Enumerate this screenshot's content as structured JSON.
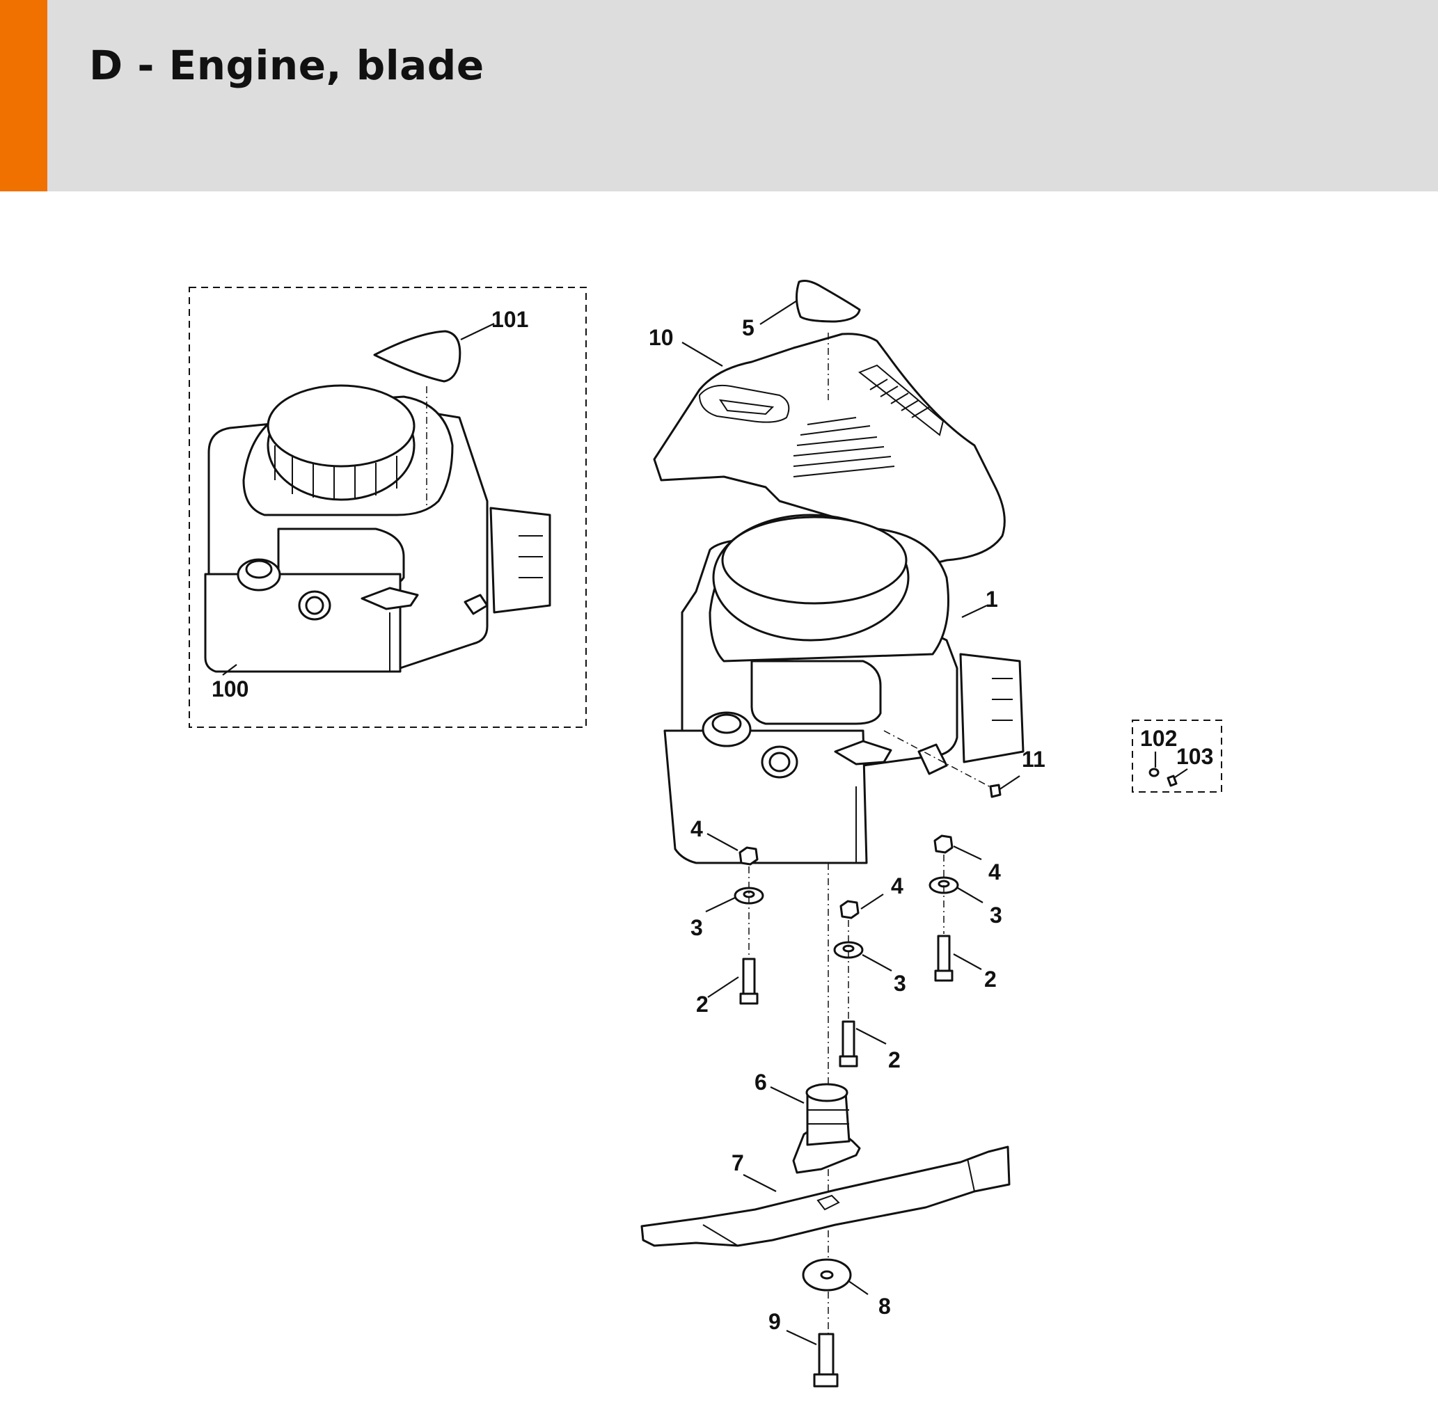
{
  "header": {
    "title": "D - Engine, blade",
    "accent_color": "#f07100",
    "background_color": "#dcdddc"
  },
  "callouts": {
    "c1": "1",
    "c2a": "2",
    "c2b": "2",
    "c2c": "2",
    "c3a": "3",
    "c3b": "3",
    "c3c": "3",
    "c4a": "4",
    "c4b": "4",
    "c4c": "4",
    "c5": "5",
    "c6": "6",
    "c7": "7",
    "c8": "8",
    "c9": "9",
    "c10": "10",
    "c11": "11",
    "c100": "100",
    "c101": "101",
    "c102": "102",
    "c103": "103"
  }
}
